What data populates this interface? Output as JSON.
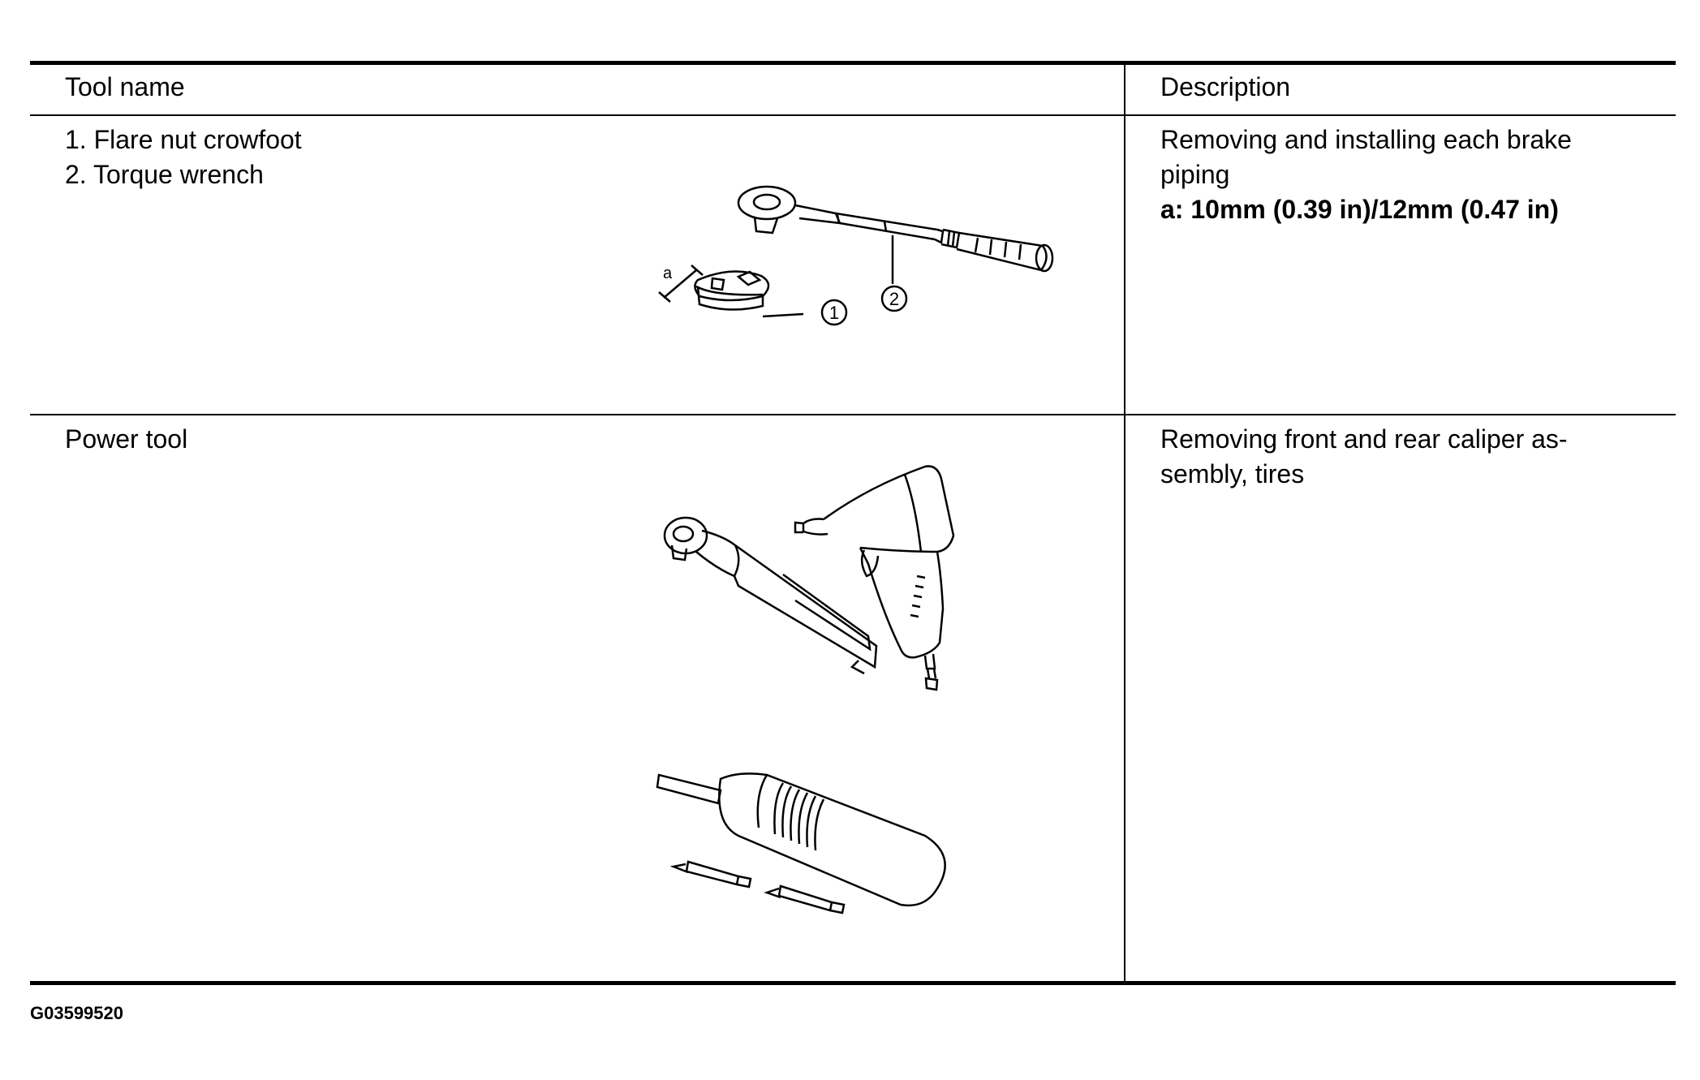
{
  "table": {
    "headers": {
      "tool_name": "Tool name",
      "description": "Description"
    },
    "rows": [
      {
        "tool_lines": [
          "1. Flare nut crowfoot",
          "2. Torque wrench"
        ],
        "description_lines": [
          "Removing and installing each brake",
          "piping"
        ],
        "spec": "a: 10mm (0.39 in)/12mm (0.47 in)",
        "callouts": {
          "dim": "a",
          "item1": "1",
          "item2": "2"
        }
      },
      {
        "tool_lines": [
          "Power tool"
        ],
        "description_lines": [
          "Removing front and rear caliper as-",
          "sembly, tires"
        ]
      }
    ]
  },
  "figure_code": "G03599520"
}
